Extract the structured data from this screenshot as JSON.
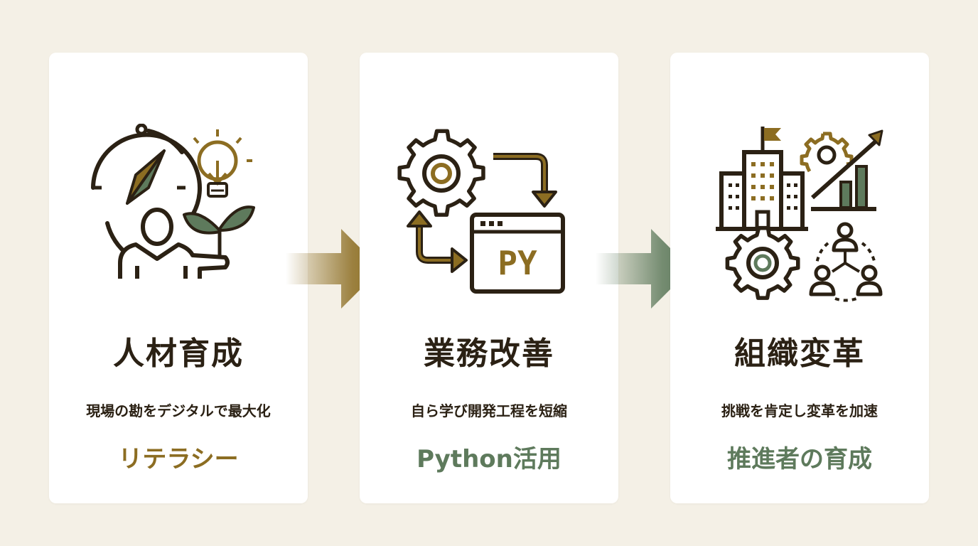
{
  "colors": {
    "background": "#f4f0e6",
    "card": "#ffffff",
    "dark": "#2b2114",
    "gold": "#8c6d22",
    "green": "#5e7a5c"
  },
  "cards": [
    {
      "title": "人材育成",
      "subtitle": "現場の勘をデジタルで最大化",
      "keyword": "リテラシー",
      "keyword_color": "#8c6d22",
      "icon": "compass-person-lightbulb-sprout-icon"
    },
    {
      "title": "業務改善",
      "subtitle": "自ら学び開発工程を短縮",
      "keyword": "Python活用",
      "keyword_color": "#5e7a5c",
      "icon": "gear-arrows-python-window-icon",
      "window_text": "PY"
    },
    {
      "title": "組織変革",
      "subtitle": "挑戦を肯定し変革を加速",
      "keyword": "推進者の育成",
      "keyword_color": "#5e7a5c",
      "icon": "building-gear-growth-team-icon"
    }
  ]
}
